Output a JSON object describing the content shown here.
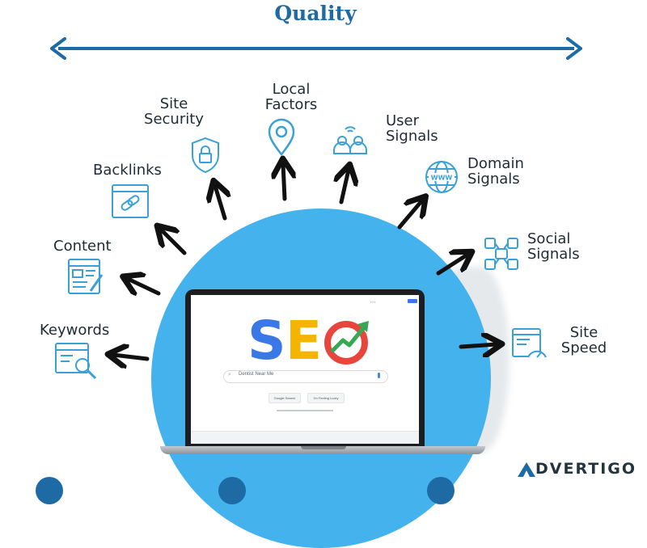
{
  "title": "Quality",
  "center": {
    "seo_s": "S",
    "seo_e": "E",
    "search_text": "Dentist Near Me",
    "button_search": "Google Search",
    "button_lucky": "I'm Feeling Lucky"
  },
  "factors": [
    {
      "label": "Keywords",
      "icon": "keywords-icon"
    },
    {
      "label": "Content",
      "icon": "content-icon"
    },
    {
      "label": "Backlinks",
      "icon": "backlinks-icon"
    },
    {
      "label": "Site\nSecurity",
      "icon": "site-security-icon"
    },
    {
      "label": "Local\nFactors",
      "icon": "location-pin-icon"
    },
    {
      "label": "User\nSignals",
      "icon": "user-signals-icon"
    },
    {
      "label": "Domain\nSignals",
      "icon": "globe-icon"
    },
    {
      "label": "Social\nSignals",
      "icon": "social-signals-icon"
    },
    {
      "label": "Site\nSpeed",
      "icon": "speedometer-icon"
    }
  ],
  "brand": "DVERTIGO",
  "colors": {
    "accent": "#1d6aa5",
    "icon_stroke": "#3aa0d8",
    "dome": "#44b2ec",
    "seo_blue": "#3b78e7",
    "seo_yellow": "#f4b400",
    "seo_red": "#e8453c",
    "seo_green": "#34a853"
  }
}
